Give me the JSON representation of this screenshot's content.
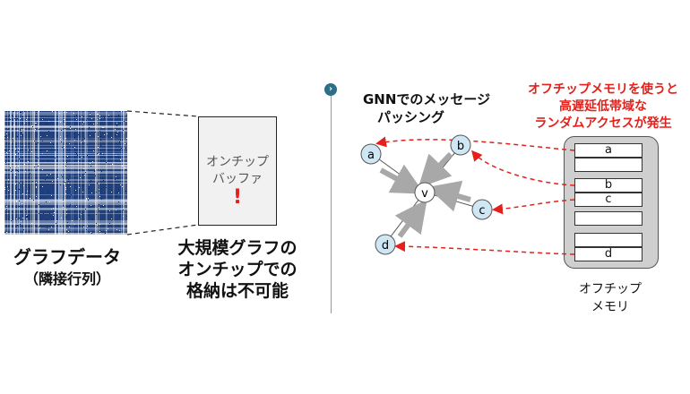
{
  "left": {
    "graph_label_line1": "グラフデータ",
    "graph_label_line2": "（隣接行列）",
    "buffer_line1": "オンチップ",
    "buffer_line2": "バッファ",
    "buffer_mark": "!",
    "caption_line1": "大規模グラフの",
    "caption_line2": "オンチップでの",
    "caption_line3": "格納は不可能"
  },
  "divider_icon": "chevron-right-icon",
  "right": {
    "gnn_title_line1": "GNNでのメッセージ",
    "gnn_title_line2": "パッシング",
    "red_note_line1": "オフチップメモリを使うと",
    "red_note_line2": "高遅延低帯域な",
    "red_note_line3": "ランダムアクセスが発生",
    "nodes": [
      "a",
      "b",
      "c",
      "d",
      "v"
    ],
    "memory_rows": [
      "a",
      "b",
      "c",
      "d"
    ],
    "offchip_line1": "オフチップ",
    "offchip_line2": "メモリ"
  },
  "colors": {
    "matrix_blue": "#1f3f7d",
    "node_fill": "#cfe6f4",
    "red": "#e3201b",
    "gray_arrow": "#a8a8a8",
    "frame_gray": "#cfcfcf"
  }
}
